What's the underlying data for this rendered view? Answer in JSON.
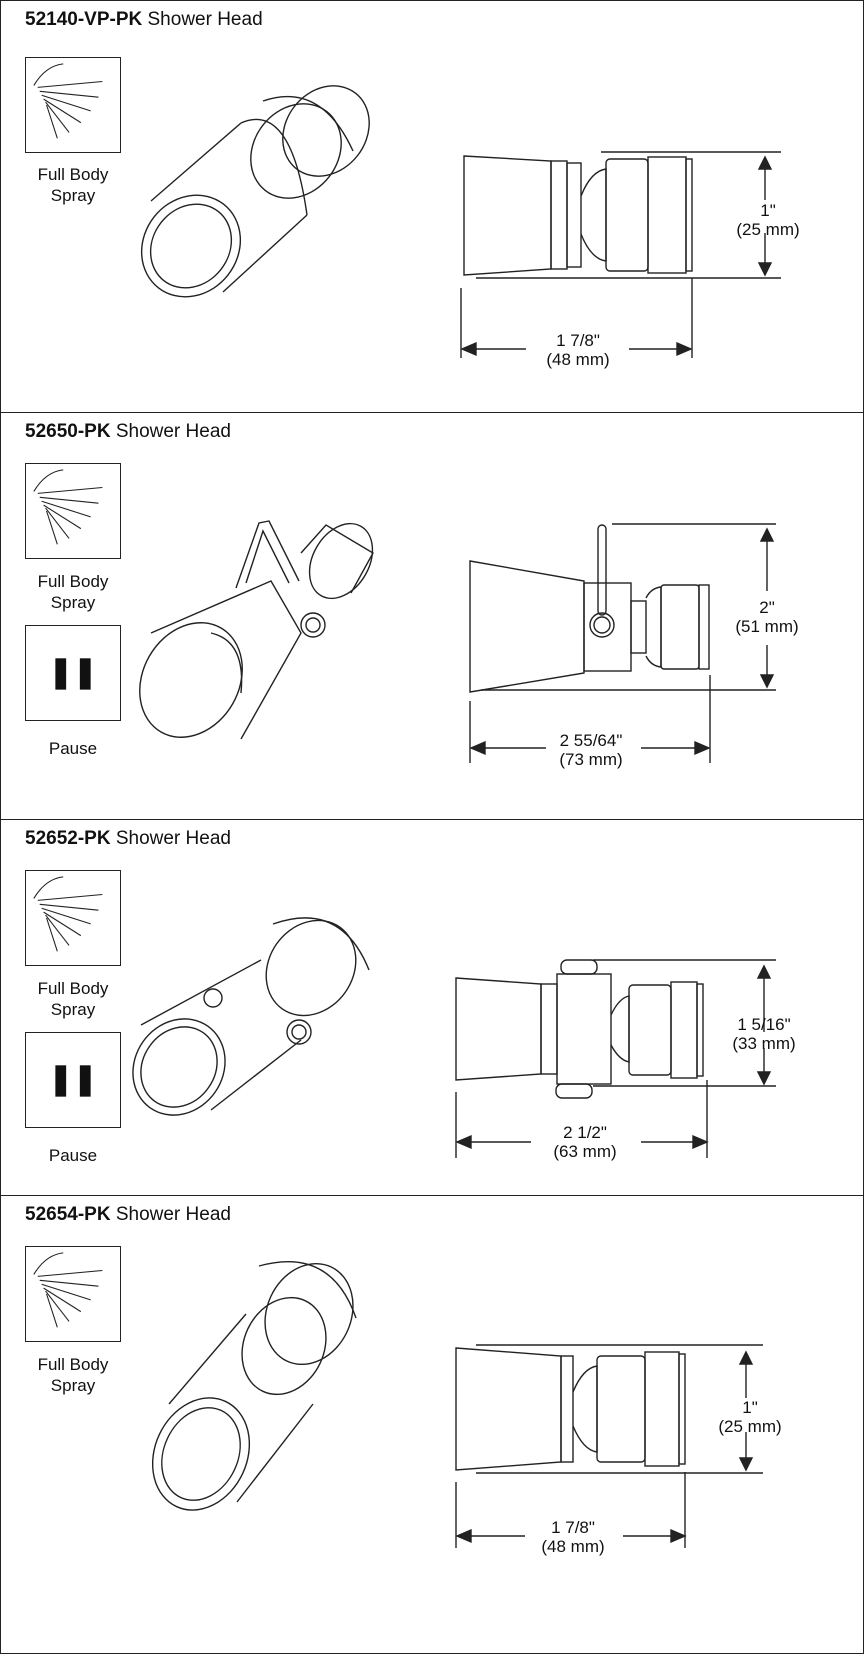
{
  "sections": [
    {
      "model": "52140-VP-PK",
      "suffix": " Shower Head",
      "icons": [
        "Full Body Spray"
      ],
      "height_dim": {
        "in": "1\"",
        "mm": "(25 mm)"
      },
      "width_dim": {
        "in": "1 7/8\"",
        "mm": "(48 mm)"
      }
    },
    {
      "model": "52650-PK",
      "suffix": " Shower Head",
      "icons": [
        "Full Body Spray",
        "Pause"
      ],
      "height_dim": {
        "in": "2\"",
        "mm": "(51 mm)"
      },
      "width_dim": {
        "in": "2 55/64\"",
        "mm": "(73 mm)"
      }
    },
    {
      "model": "52652-PK",
      "suffix": " Shower Head",
      "icons": [
        "Full Body Spray",
        "Pause"
      ],
      "height_dim": {
        "in": "1 5/16\"",
        "mm": "(33 mm)"
      },
      "width_dim": {
        "in": "2 1/2\"",
        "mm": "(63 mm)"
      }
    },
    {
      "model": "52654-PK",
      "suffix": " Shower Head",
      "icons": [
        "Full Body Spray"
      ],
      "height_dim": {
        "in": "1\"",
        "mm": "(25 mm)"
      },
      "width_dim": {
        "in": "1 7/8\"",
        "mm": "(48 mm)"
      }
    }
  ],
  "icon_captions": {
    "spray_line1": "Full Body",
    "spray_line2": "Spray",
    "pause": "Pause"
  },
  "colors": {
    "ink": "#222222",
    "paper": "#ffffff"
  }
}
